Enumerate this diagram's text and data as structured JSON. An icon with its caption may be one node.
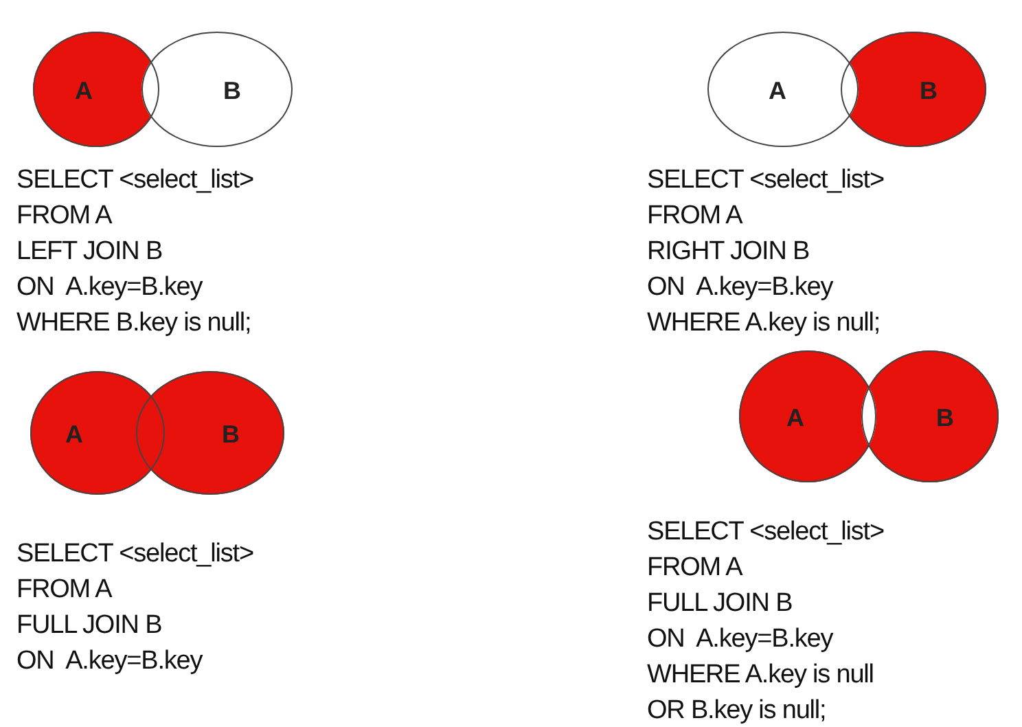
{
  "diagram": {
    "nodes": [
      {
        "text": [
          "A"
        ]
      },
      {
        "text": [
          "B"
        ]
      },
      {
        "text": [
          "A"
        ]
      },
      {
        "text": [
          "B"
        ]
      },
      {
        "text": [
          "A"
        ]
      },
      {
        "text": [
          "B"
        ]
      },
      {
        "text": [
          "A"
        ]
      },
      {
        "text": [
          "B"
        ]
      }
    ],
    "labels": [
      "SELECT <select_list>",
      "FROM A",
      "LEFT JOIN B",
      "ON  A.key=B.key",
      "WHERE B.key is null;",
      "SELECT <select_list>",
      "FROM A",
      "RIGHT JOIN B",
      "ON  A.key=B.key",
      "WHERE A.key is null;",
      "SELECT <select_list>",
      "FROM A",
      "FULL JOIN B",
      "ON  A.key=B.key",
      "SELECT <select_list>",
      "FROM A",
      "FULL JOIN B",
      "ON  A.key=B.key",
      "WHERE A.key is null",
      "OR B.key is null;"
    ]
  }
}
